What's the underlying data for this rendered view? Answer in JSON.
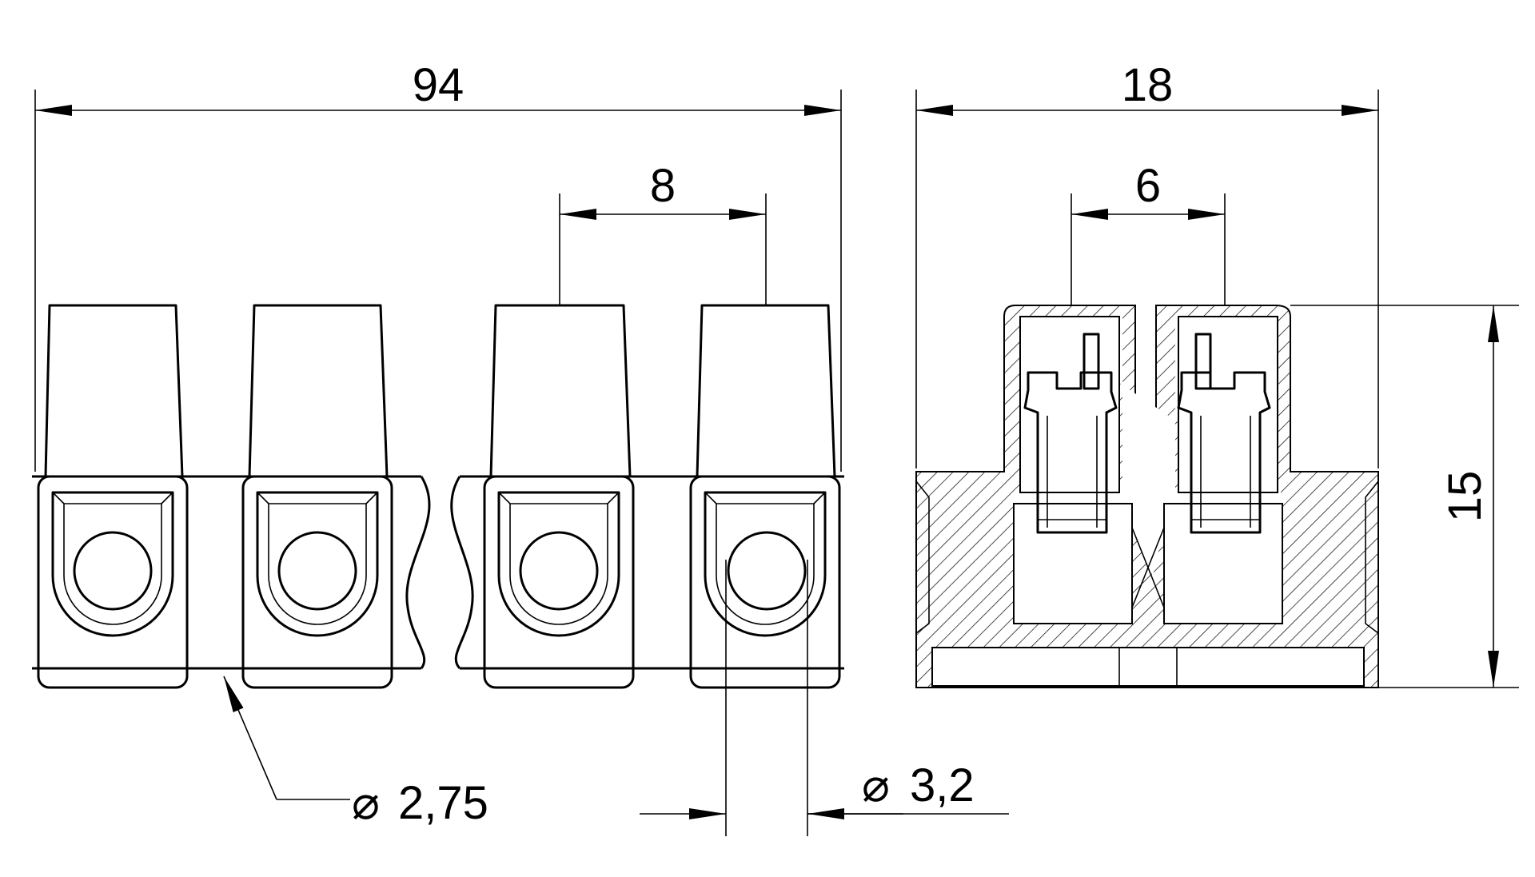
{
  "dimensions": {
    "overall_length": "94",
    "pitch": "8",
    "width": "18",
    "screw_spacing": "6",
    "height": "15",
    "mounting_hole": "2,75",
    "wire_entry": "3,2"
  },
  "symbols": {
    "diameter": "⌀"
  },
  "front_view": {
    "visible_poles": 4
  },
  "side_view": {
    "screws": 2
  }
}
